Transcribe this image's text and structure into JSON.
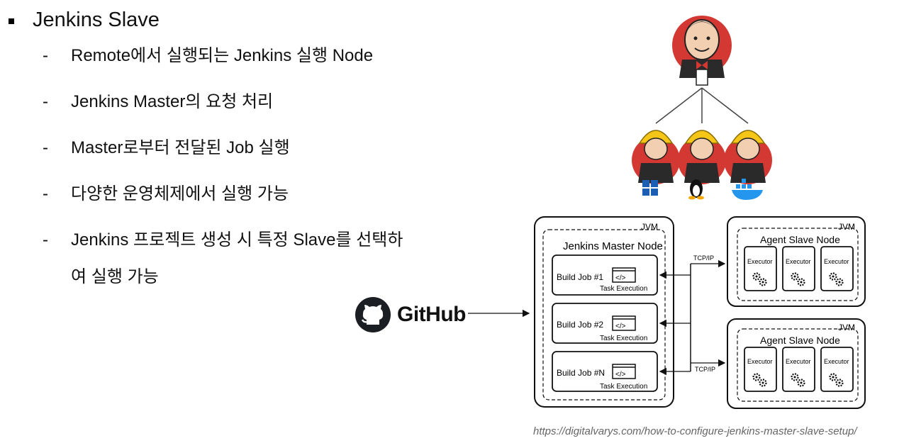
{
  "slide": {
    "title": "Jenkins Slave",
    "bullets": [
      "Remote에서 실행되는 Jenkins 실행 Node",
      "Jenkins Master의 요청 처리",
      "Master로부터 전달된 Job 실행",
      "다양한 운영체제에서 실행 가능",
      "Jenkins 프로젝트 생성 시 특정 Slave를 선택하여 실행 가능"
    ],
    "dash": "-"
  },
  "github": {
    "label": "GitHub"
  },
  "diagram": {
    "jvm_label": "JVM",
    "master_title": "Jenkins Master Node",
    "jobs": [
      {
        "label": "Build Job #1",
        "sub": "Task Execution"
      },
      {
        "label": "Build Job #2",
        "sub": "Task Execution"
      },
      {
        "label": "Build Job #N",
        "sub": "Task Execution"
      }
    ],
    "protocol": "TCP/IP",
    "agent_title": "Agent Slave Node",
    "executor": "Executor",
    "code_glyph": "</>"
  },
  "source_url": "https://digitalvarys.com/how-to-configure-jenkins-master-slave-setup/",
  "colors": {
    "jenkins_red": "#d33833",
    "helmet_yellow": "#f5c518",
    "windows_blue": "#1a5fb4",
    "docker_blue": "#2496ed"
  },
  "icons": [
    "jenkins-butler-icon",
    "windows-icon",
    "linux-tux-icon",
    "docker-icon",
    "github-octocat-icon",
    "gear-icon",
    "code-window-icon"
  ]
}
